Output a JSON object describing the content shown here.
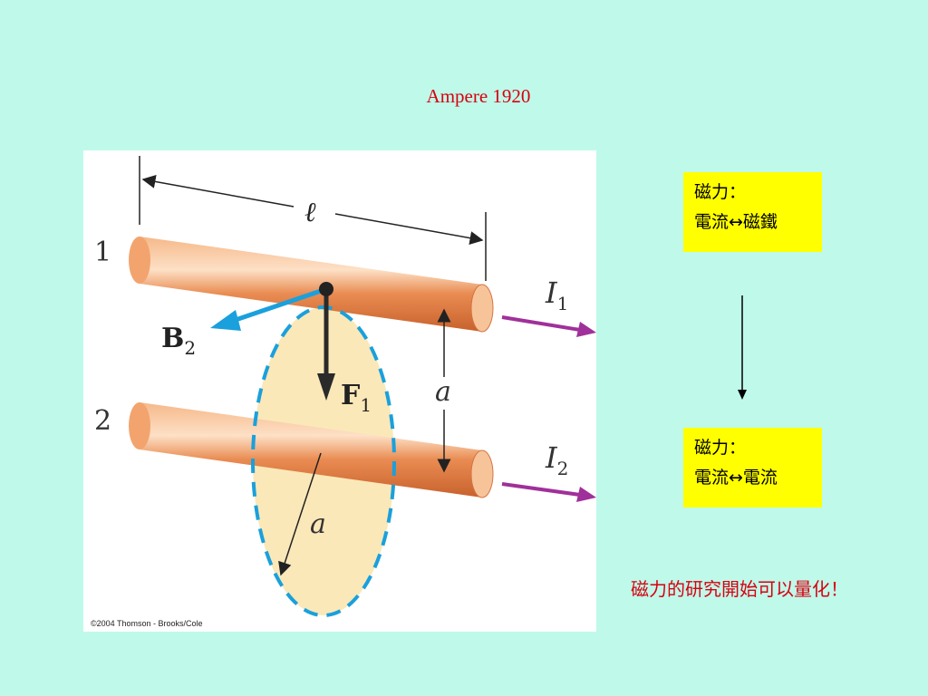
{
  "title": "Ampere 1920",
  "figure": {
    "copyright": "©2004 Thomson - Brooks/Cole",
    "labels": {
      "length": "ℓ",
      "wire1": "1",
      "wire2": "2",
      "current1_main": "I",
      "current1_sub": "1",
      "current2_main": "I",
      "current2_sub": "2",
      "field_main": "B",
      "field_sub": "2",
      "force_main": "F",
      "force_sub": "1",
      "separation": "a",
      "radius": "a"
    },
    "colors": {
      "wire": "#e8894f",
      "current_arrow": "#a0309a",
      "field_arrow": "#1aa0dc",
      "circle_fill": "#fbe8b8",
      "circle_stroke": "#1aa0dc"
    }
  },
  "boxes": [
    {
      "line1": "磁力：",
      "line2": "電流↔磁鐵"
    },
    {
      "line1": "磁力：",
      "line2": "電流↔電流"
    }
  ],
  "note": "磁力的研究開始可以量化！"
}
